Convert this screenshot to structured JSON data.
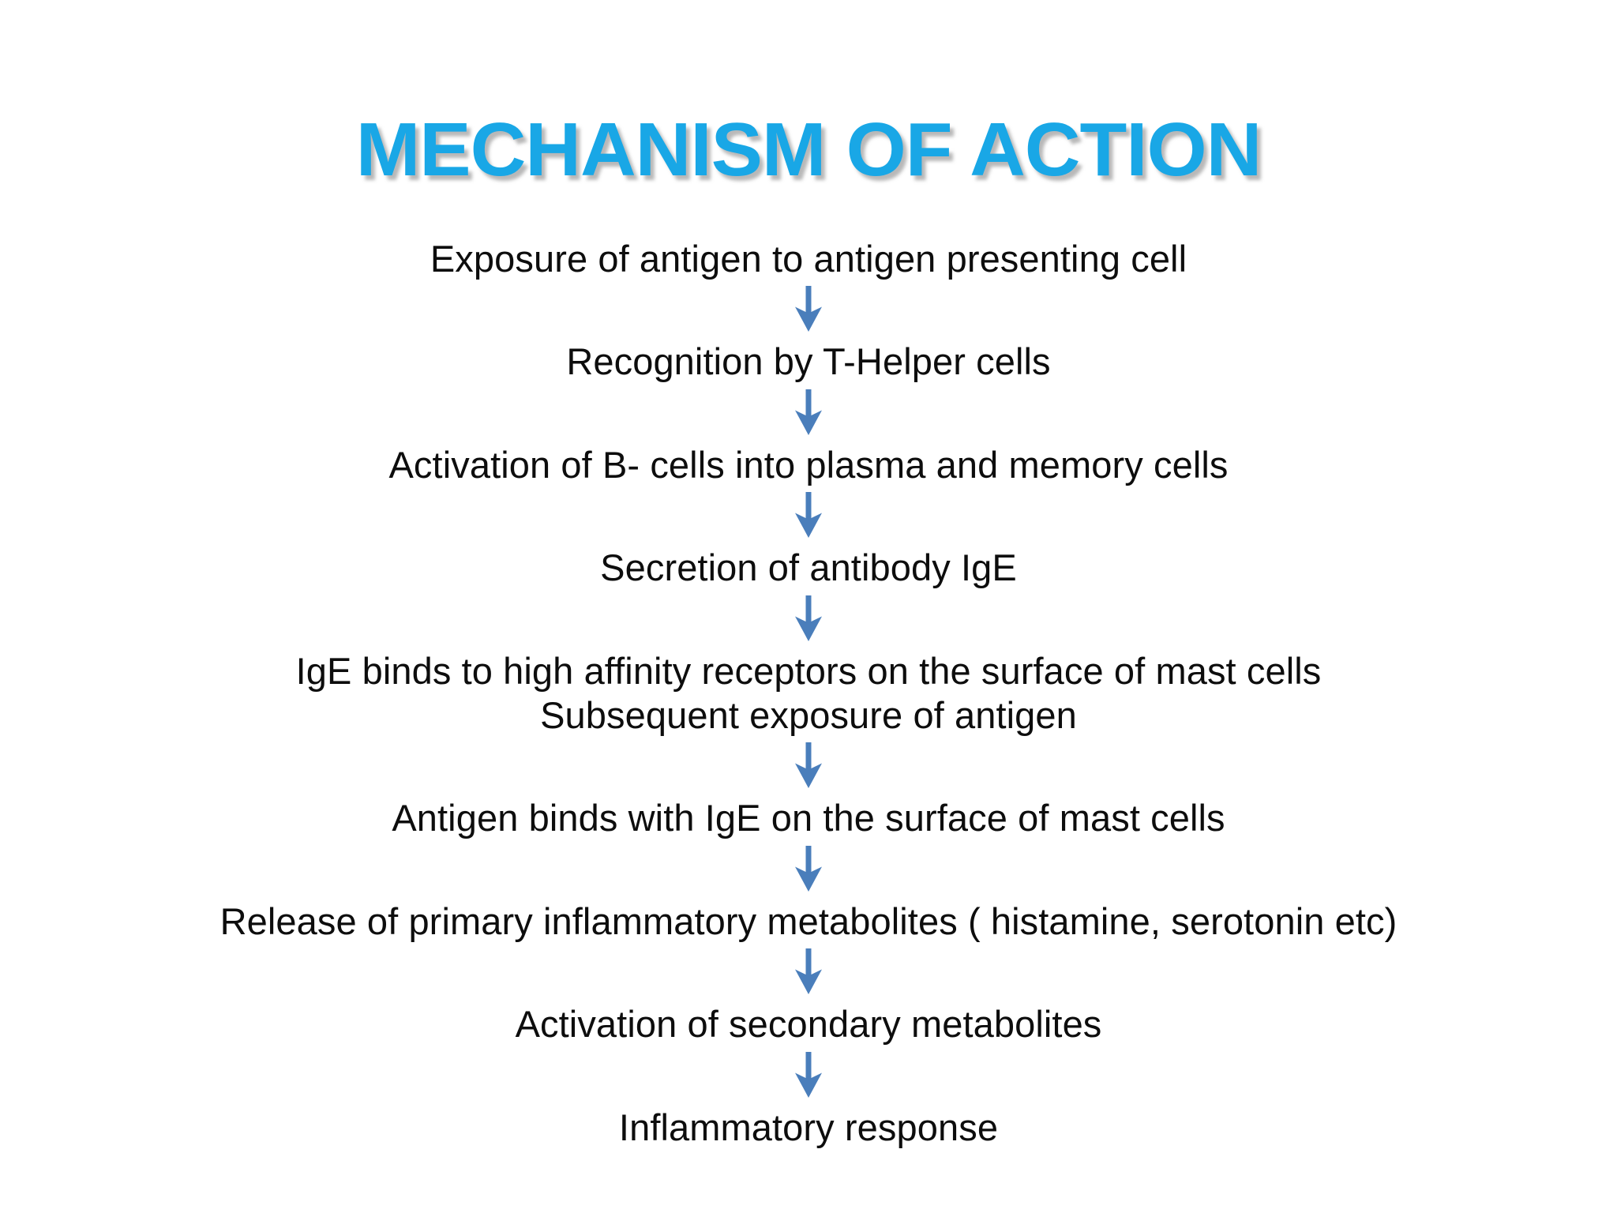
{
  "slide": {
    "title": "MECHANISM OF ACTION",
    "title_color": "#19A7E6",
    "background_color": "#FFFFFF",
    "text_color": "#0D0D0D",
    "arrow_color": "#4A7EBB"
  },
  "flow": {
    "connector_icon": "down-arrow-icon",
    "steps": [
      {
        "id": "step-1",
        "lines": [
          "Exposure of antigen to antigen presenting cell"
        ],
        "arrow_after": true
      },
      {
        "id": "step-2",
        "lines": [
          "Recognition by T-Helper cells"
        ],
        "arrow_after": true
      },
      {
        "id": "step-3",
        "lines": [
          "Activation of B- cells into plasma and memory cells"
        ],
        "arrow_after": true
      },
      {
        "id": "step-4",
        "lines": [
          "Secretion of antibody IgE"
        ],
        "arrow_after": true
      },
      {
        "id": "step-5",
        "lines": [
          "IgE binds to high affinity receptors on the surface of mast cells",
          "Subsequent exposure of antigen"
        ],
        "arrow_after": true
      },
      {
        "id": "step-6",
        "lines": [
          "Antigen binds with IgE on the surface of mast cells"
        ],
        "arrow_after": true
      },
      {
        "id": "step-7",
        "lines": [
          "Release of primary inflammatory metabolites ( histamine, serotonin etc)"
        ],
        "arrow_after": true
      },
      {
        "id": "step-8",
        "lines": [
          "Activation of secondary metabolites"
        ],
        "arrow_after": true
      },
      {
        "id": "step-9",
        "lines": [
          "Inflammatory response"
        ],
        "arrow_after": false
      }
    ]
  }
}
